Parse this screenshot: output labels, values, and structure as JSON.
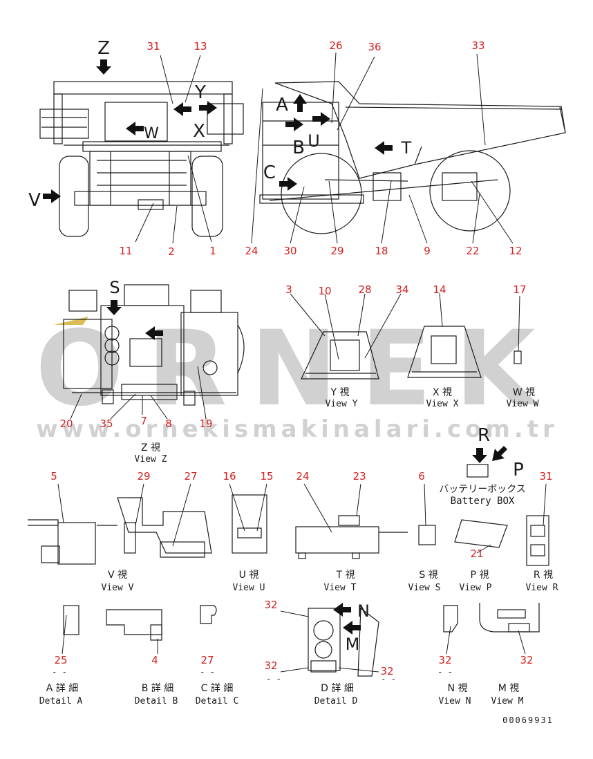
{
  "colors": {
    "callout": "#d42020",
    "line": "#1a1a1a",
    "watermark": "#c9c9c9",
    "watermark_stripe": "#d6b23a"
  },
  "watermark": {
    "brand": "ORNEK",
    "url": "www.ornekismakinalari.com.tr"
  },
  "doc_number": "00069931",
  "callouts": {
    "n1": "1",
    "n2": "2",
    "n3": "3",
    "n4": "4",
    "n5": "5",
    "n6": "6",
    "n7": "7",
    "n8": "8",
    "n9": "9",
    "n10": "10",
    "n11": "11",
    "n12": "12",
    "n13": "13",
    "n14": "14",
    "n15": "15",
    "n16": "16",
    "n17": "17",
    "n18": "18",
    "n19": "19",
    "n20": "20",
    "n21": "21",
    "n22": "22",
    "n23": "23",
    "n24a": "24",
    "n24b": "24",
    "n25": "25",
    "n26": "26",
    "n27a": "27",
    "n27b": "27",
    "n28": "28",
    "n29a": "29",
    "n29b": "29",
    "n30": "30",
    "n31a": "31",
    "n31b": "31",
    "n32a": "32",
    "n32b": "32",
    "n32c": "32",
    "n32d": "32",
    "n32e": "32",
    "n33": "33",
    "n34": "34",
    "n35": "35",
    "n36": "36"
  },
  "letters": {
    "Z": "Z",
    "V": "V",
    "Y": "Y",
    "X": "X",
    "W": "W",
    "A": "A",
    "B": "B",
    "C": "C",
    "U": "U",
    "T": "T",
    "S": "S",
    "R": "R",
    "P": "P",
    "N": "N",
    "M": "M"
  },
  "views": {
    "y_jp": "Y 視",
    "y_en": "View Y",
    "x_jp": "X 視",
    "x_en": "View X",
    "w_jp": "W 視",
    "w_en": "View W",
    "z_jp": "Z 視",
    "z_en": "View Z",
    "battery_jp": "バッテリーボックス",
    "battery_en": "Battery BOX",
    "v_jp": "V 視",
    "v_en": "View V",
    "u_jp": "U 視",
    "u_en": "View U",
    "t_jp": "T 視",
    "t_en": "View T",
    "s_jp": "S 視",
    "s_en": "View S",
    "p_jp": "P 視",
    "p_en": "View P",
    "r_jp": "R 視",
    "r_en": "View R",
    "a_jp": "A 詳 細",
    "a_en": "Detail A",
    "b_jp": "B 詳 細",
    "b_en": "Detail B",
    "c_jp": "C 詳 細",
    "c_en": "Detail C",
    "d_jp": "D 詳 細",
    "d_en": "Detail D",
    "n_jp": "N 視",
    "n_en": "View N",
    "m_jp": "M 視",
    "m_en": "View M"
  }
}
